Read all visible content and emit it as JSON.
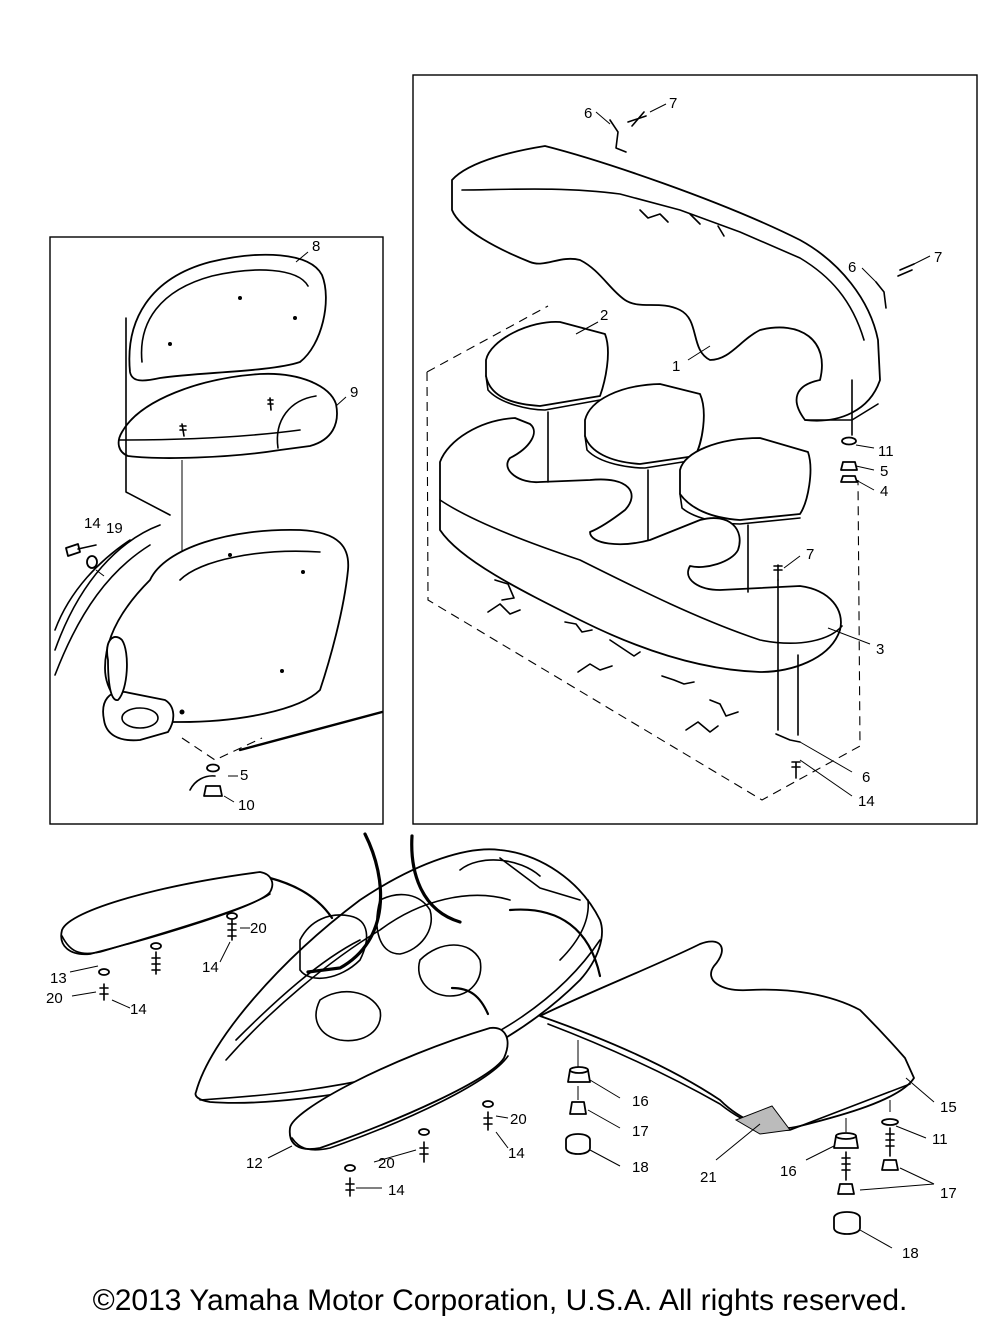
{
  "callouts": {
    "c1": "1",
    "c2": "2",
    "c3": "3",
    "c4": "4",
    "c5": "5",
    "c6": "6",
    "c7": "7",
    "c8": "8",
    "c9": "9",
    "c10": "10",
    "c11": "11",
    "c12": "12",
    "c13": "13",
    "c14": "14",
    "c15": "15",
    "c16": "16",
    "c17": "17",
    "c18": "18",
    "c19": "19",
    "c20": "20",
    "c21": "21"
  },
  "footer": {
    "copyright": "©2013 Yamaha Motor Corporation, U.S.A. All rights reserved."
  }
}
